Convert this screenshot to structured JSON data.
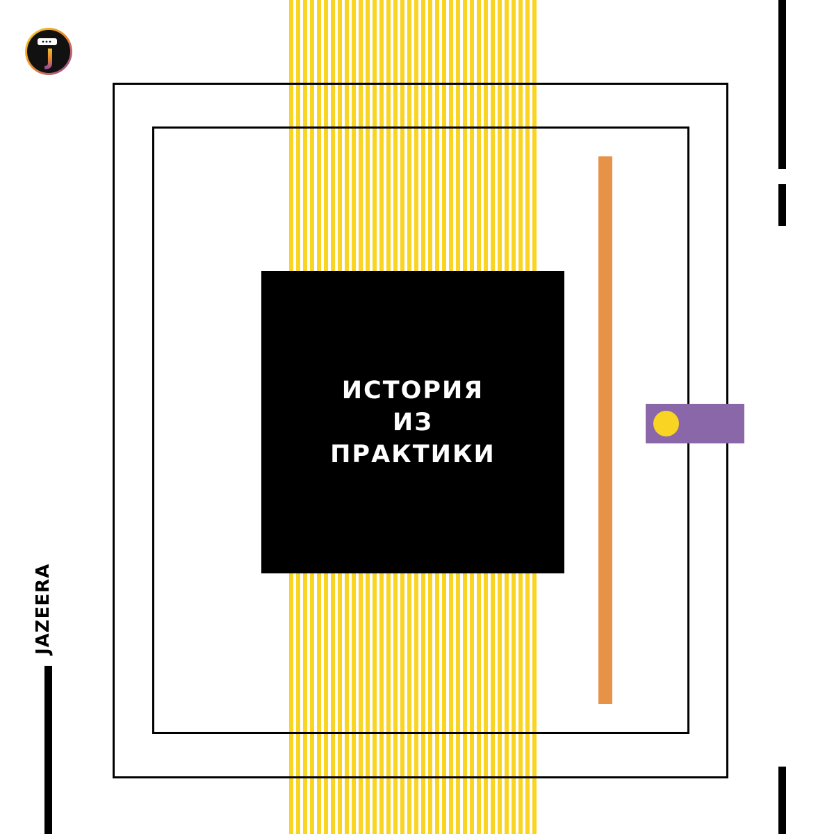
{
  "card": {
    "lines": [
      "ИСТОРИЯ",
      "ИЗ",
      "ПРАКТИКИ"
    ]
  },
  "brand": {
    "name": "JAZEERA",
    "logo_letter": "J"
  },
  "colors": {
    "stripe_yellow": "#f9d423",
    "orange": "#e69247",
    "purple": "#8a67a8",
    "black": "#000000",
    "white": "#ffffff"
  },
  "icons": {
    "logo": "jazeera-j-chat-logo-icon"
  }
}
